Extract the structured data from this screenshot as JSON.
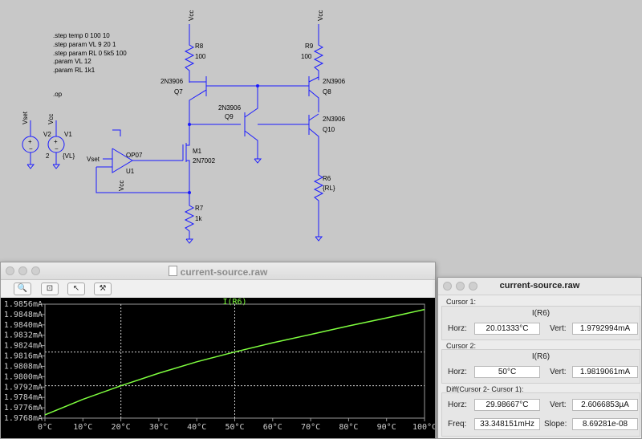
{
  "schematic": {
    "directives": [
      {
        "text": ".step temp 0 100 10",
        "color": "#000000"
      },
      {
        "text": ".step param VL 9 20 1",
        "color": "#1a1aff"
      },
      {
        "text": ".step param RL 0 5k5 100",
        "color": "#000000"
      },
      {
        "text": ".param VL 12",
        "color": "#000000"
      },
      {
        "text": ".param RL 1k1",
        "color": "#1a1aff"
      },
      {
        "text": ".op",
        "color": "#000000"
      }
    ],
    "labels": {
      "vcc": "Vcc",
      "vset": "Vset",
      "v2": "V2",
      "v2_val": "2",
      "v1": "V1",
      "v1_val": "{VL}",
      "r8": "R8",
      "r8_val": "100",
      "r9": "R9",
      "r9_val": "100",
      "q7_model": "2N3906",
      "q7": "Q7",
      "q8_model": "2N3906",
      "q8": "Q8",
      "q9_model": "2N3906",
      "q9": "Q9",
      "q10_model": "2N3906",
      "q10": "Q10",
      "m1": "M1",
      "m1_model": "2N7002",
      "u1_model": "OP07",
      "u1": "U1",
      "r6": "R6",
      "r6_val": "{RL}",
      "r7": "R7",
      "r7_val": "1k"
    },
    "wire_color": "#1a1aff"
  },
  "wave_window": {
    "title": "current-source.raw",
    "toolbar": [
      {
        "name": "zoom-icon",
        "glyph": "🔍"
      },
      {
        "name": "autorange-icon",
        "glyph": "⊡"
      },
      {
        "name": "cursor-icon",
        "glyph": "↖"
      },
      {
        "name": "hammer-icon",
        "glyph": "⚒"
      }
    ],
    "trace_label": "I(R6)"
  },
  "chart_data": {
    "type": "line",
    "x_label_unit": "°C",
    "xlim": [
      0,
      100
    ],
    "ylim": [
      1.9768,
      1.9856
    ],
    "x_ticks": [
      "0°C",
      "10°C",
      "20°C",
      "30°C",
      "40°C",
      "50°C",
      "60°C",
      "70°C",
      "80°C",
      "90°C",
      "100°C"
    ],
    "y_ticks": [
      "1.9856mA",
      "1.9848mA",
      "1.9840mA",
      "1.9832mA",
      "1.9824mA",
      "1.9816mA",
      "1.9808mA",
      "1.9800mA",
      "1.9792mA",
      "1.9784mA",
      "1.9776mA",
      "1.9768mA"
    ],
    "series": [
      {
        "name": "I(R6)",
        "color": "#7fff3f",
        "x": [
          0,
          10,
          20,
          30,
          40,
          50,
          60,
          70,
          80,
          90,
          100
        ],
        "y": [
          1.97705,
          1.97825,
          1.9793,
          1.98027,
          1.98115,
          1.98191,
          1.98262,
          1.98326,
          1.98392,
          1.98454,
          1.98519
        ]
      }
    ],
    "cursors": [
      {
        "x": 20.01333,
        "y": 1.9792994
      },
      {
        "x": 50,
        "y": 1.9819061
      }
    ],
    "background": "#000000",
    "grid": false
  },
  "cursor_window": {
    "title": "current-source.raw",
    "cursor1": {
      "label": "Cursor 1:",
      "trace": "I(R6)",
      "horz_label": "Horz:",
      "horz": "20.01333°C",
      "vert_label": "Vert:",
      "vert": "1.9792994mA"
    },
    "cursor2": {
      "label": "Cursor 2:",
      "trace": "I(R6)",
      "horz_label": "Horz:",
      "horz": "50°C",
      "vert_label": "Vert:",
      "vert": "1.9819061mA"
    },
    "diff": {
      "label": "Diff(Cursor 2- Cursor 1):",
      "horz_label": "Horz:",
      "horz": "29.98667°C",
      "vert_label": "Vert:",
      "vert": "2.6066853µA",
      "freq_label": "Freq:",
      "freq": "33.348151mHz",
      "slope_label": "Slope:",
      "slope": "8.69281e-08"
    }
  }
}
